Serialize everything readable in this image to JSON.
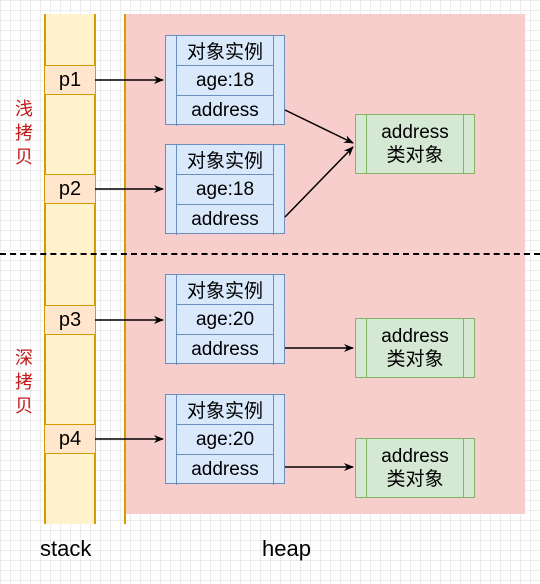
{
  "diagram": {
    "shallow_label": [
      "浅",
      "拷",
      "贝"
    ],
    "deep_label": [
      "深",
      "拷",
      "贝"
    ],
    "pointers": [
      "p1",
      "p2",
      "p3",
      "p4"
    ],
    "objects": [
      {
        "title": "对象实例",
        "age": "age:18",
        "field": "address"
      },
      {
        "title": "对象实例",
        "age": "age:18",
        "field": "address"
      },
      {
        "title": "对象实例",
        "age": "age:20",
        "field": "address"
      },
      {
        "title": "对象实例",
        "age": "age:20",
        "field": "address"
      }
    ],
    "address_objects": [
      {
        "line1": "address",
        "line2": "类对象"
      },
      {
        "line1": "address",
        "line2": "类对象"
      },
      {
        "line1": "address",
        "line2": "类对象"
      }
    ],
    "stack_label": "stack",
    "heap_label": "heap"
  },
  "colors": {
    "stack_fill": "#fff2cc",
    "stack_border": "#d79b00",
    "heap_fill": "#f8cecc",
    "object_fill": "#dae8fc",
    "object_border": "#6c8ebf",
    "address_fill": "#d5e8d4",
    "address_border": "#82b366",
    "side_label": "#c41818"
  }
}
